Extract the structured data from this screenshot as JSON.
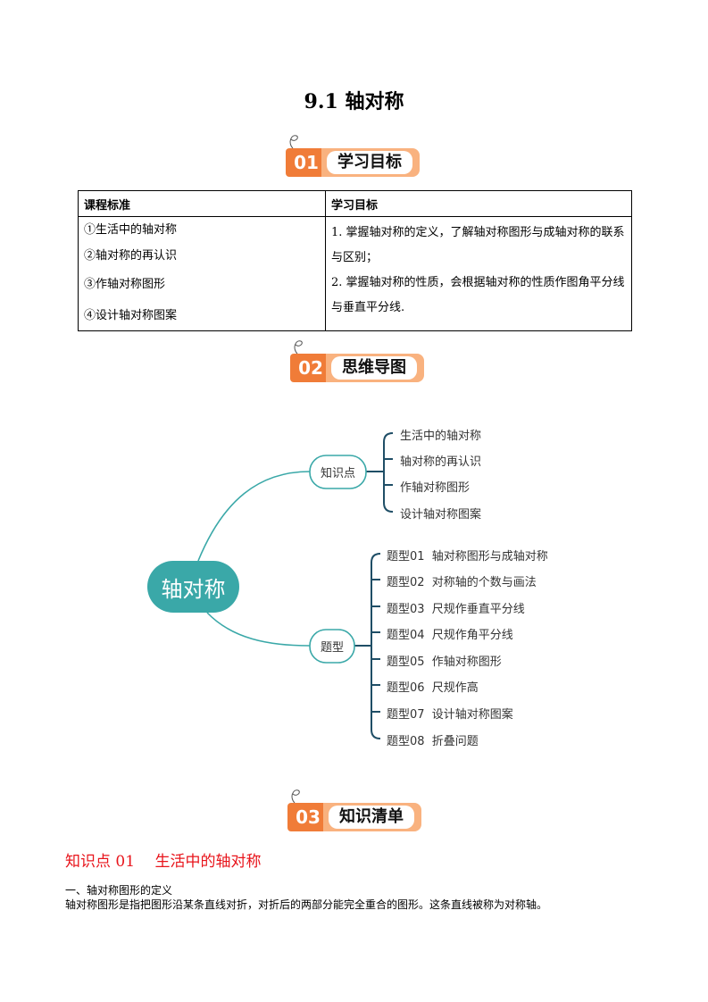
{
  "title": "9.1  轴对称",
  "sections": [
    {
      "num": "01",
      "label": "学习目标"
    },
    {
      "num": "02",
      "label": "思维导图"
    },
    {
      "num": "03",
      "label": "知识清单"
    }
  ],
  "table": {
    "headers": [
      "课程标准",
      "学习目标"
    ],
    "standards": [
      "①生活中的轴对称",
      "②轴对称的再认识",
      "③作轴对称图形",
      "④设计轴对称图案"
    ],
    "goals": [
      "1. 掌握轴对称的定义，了解轴对称图形与成轴对称的联系与区别；",
      "2. 掌握轴对称的性质，会根据轴对称的性质作图角平分线与垂直平分线."
    ]
  },
  "mindmap": {
    "root": "轴对称",
    "branches": [
      {
        "label": "知识点",
        "items": [
          "生活中的轴对称",
          "轴对称的再认识",
          "作轴对称图形",
          "设计轴对称图案"
        ]
      },
      {
        "label": "题型",
        "items": [
          "题型01  轴对称图形与成轴对称",
          "题型02  对称轴的个数与画法",
          "题型03  尺规作垂直平分线",
          "题型04  尺规作角平分线",
          "题型05  作轴对称图形",
          "题型06  尺规作高",
          "题型07  设计轴对称图案",
          "题型08  折叠问题"
        ]
      }
    ]
  },
  "knowledge": {
    "heading": "知识点 01　 生活中的轴对称",
    "subheading": "一、轴对称图形的定义",
    "text": "轴对称图形是指把图形沿某条直线对折，对折后的两部分能完全重合的图形。这条直线被称为对称轴。"
  }
}
